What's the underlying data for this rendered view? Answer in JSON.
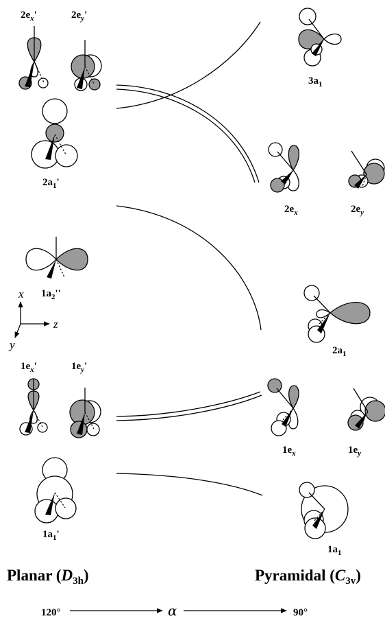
{
  "orbital_labels": {
    "planar": {
      "2ex": [
        "2e",
        "x",
        "'"
      ],
      "2ey": [
        "2e",
        "y",
        "'"
      ],
      "2a1": [
        "2a",
        "1",
        "'"
      ],
      "1a2": [
        "1a",
        "2",
        "''"
      ],
      "1ex": [
        "1e",
        "x",
        "'"
      ],
      "1ey": [
        "1e",
        "y",
        "'"
      ],
      "1a1": [
        "1a",
        "1",
        "'"
      ]
    },
    "pyramidal": {
      "3a1": [
        "3a",
        "1"
      ],
      "2ex": [
        "2e",
        "x"
      ],
      "2ey": [
        "2e",
        "y"
      ],
      "2a1": [
        "2a",
        "1"
      ],
      "1ex": [
        "1e",
        "x"
      ],
      "1ey": [
        "1e",
        "y"
      ],
      "1a1": [
        "1a",
        "1"
      ]
    }
  },
  "axes": {
    "x": "x",
    "y": "y",
    "z": "z"
  },
  "geometry_labels": {
    "planar": {
      "word": "Planar (",
      "group": "D",
      "sub": "3h",
      "close": ")"
    },
    "pyramidal": {
      "word": "Pyramidal (",
      "group": "C",
      "sub": "3v",
      "close": ")"
    }
  },
  "angle_axis": {
    "start": "120°",
    "symbol": "α",
    "end": "90°"
  },
  "colors": {
    "shaded_lobe": "#9a9a9a",
    "line": "#000000"
  }
}
